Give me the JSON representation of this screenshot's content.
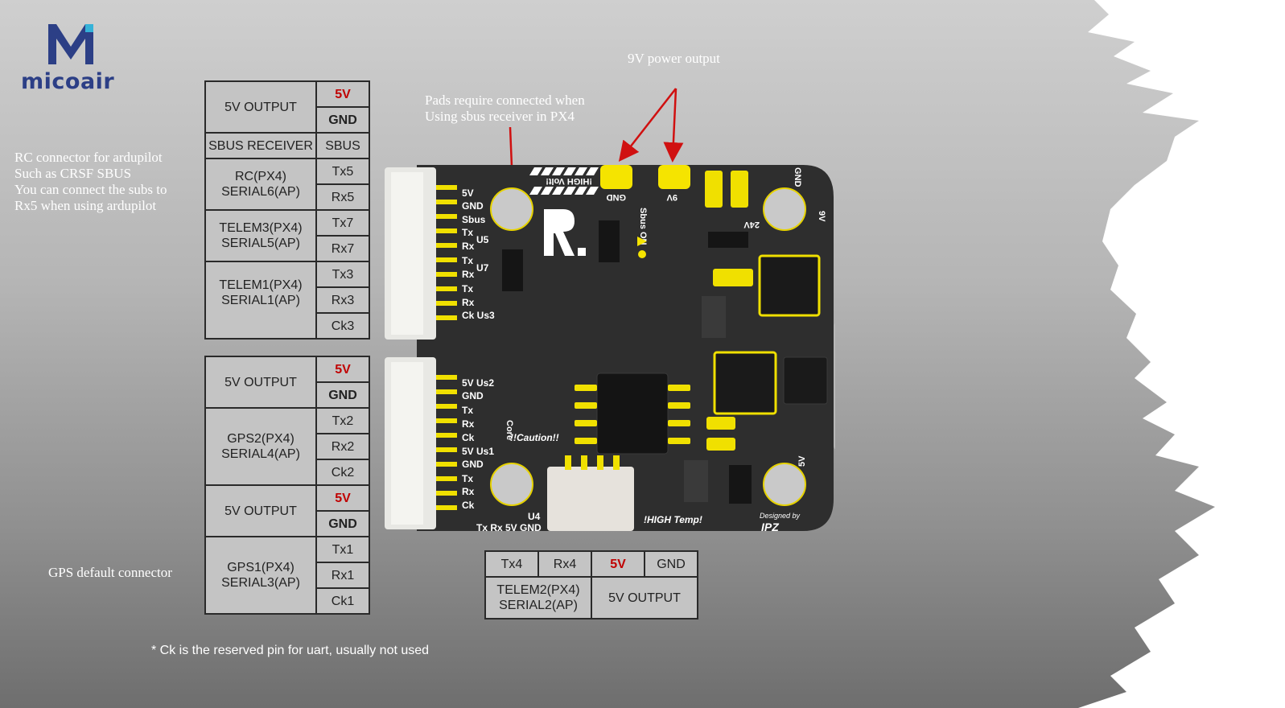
{
  "logo": {
    "word": "micoair"
  },
  "notes": {
    "rc_connector": [
      "RC connector for ardupilot",
      "Such as CRSF SBUS",
      "You can connect the subs to",
      "Rx5 when using ardupilot"
    ],
    "gps_default": "GPS default connector",
    "nine_v": "9V power output",
    "pads": [
      "Pads require connected when",
      "Using sbus receiver in PX4"
    ],
    "footnote": "* Ck is the reserved pin for uart, usually not used"
  },
  "table_top": {
    "rows": [
      {
        "label": "5V OUTPUT",
        "pins": [
          "5V",
          "GND"
        ]
      },
      {
        "label": "SBUS RECEIVER",
        "pins": [
          "SBUS"
        ]
      },
      {
        "label": [
          "RC(PX4)",
          "SERIAL6(AP)"
        ],
        "pins": [
          "Tx5",
          "Rx5"
        ]
      },
      {
        "label": [
          "TELEM3(PX4)",
          "SERIAL5(AP)"
        ],
        "pins": [
          "Tx7",
          "Rx7"
        ]
      },
      {
        "label": [
          "TELEM1(PX4)",
          "SERIAL1(AP)"
        ],
        "pins": [
          "Tx3",
          "Rx3",
          "Ck3"
        ]
      }
    ]
  },
  "table_bottom": {
    "rows": [
      {
        "label": "5V OUTPUT",
        "pins": [
          "5V",
          "GND"
        ]
      },
      {
        "label": [
          "GPS2(PX4)",
          "SERIAL4(AP)"
        ],
        "pins": [
          "Tx2",
          "Rx2",
          "Ck2"
        ]
      },
      {
        "label": "5V OUTPUT",
        "pins": [
          "5V",
          "GND"
        ]
      },
      {
        "label": [
          "GPS1(PX4)",
          "SERIAL3(AP)"
        ],
        "pins": [
          "Tx1",
          "Rx1",
          "Ck1"
        ]
      }
    ]
  },
  "table_telem2": {
    "pins": [
      "Tx4",
      "Rx4",
      "5V",
      "GND"
    ],
    "label": [
      "TELEM2(PX4)",
      "SERIAL2(AP)"
    ],
    "output_label": "5V OUTPUT"
  },
  "board": {
    "top_connector": [
      "5V",
      "GND",
      "Sbus",
      "Tx",
      "Rx",
      "Tx",
      "Rx",
      "Tx",
      "Rx",
      "Ck Us3"
    ],
    "bottom_connector": [
      "5V Us2",
      "GND",
      "Tx",
      "Rx",
      "Ck",
      "5V Us1",
      "GND",
      "Tx",
      "Rx",
      "Ck"
    ],
    "labels": {
      "u5": "U5",
      "u7": "U7",
      "u4": "U4",
      "core": "Core",
      "caution": "!!Caution!!",
      "high_temp": "!HIGH Temp!",
      "high_volt": "!HIGH Volt!",
      "gnd_pad": "GND",
      "nine_v_pad": "9V",
      "sbus_on": "Sbus ON",
      "gnd_corner": "GND",
      "nine_v_corner": "9V",
      "v24": "24V",
      "v5": "5V",
      "bottom_conn": "Tx Rx 5V GND",
      "designed_by": "Designed by",
      "ipz": "IPZ"
    }
  },
  "colors": {
    "accent_red": "#c00000",
    "pad_yellow": "#f5e400",
    "pcb": "#2e2e2e",
    "logo_blue": "#2c3f86"
  }
}
